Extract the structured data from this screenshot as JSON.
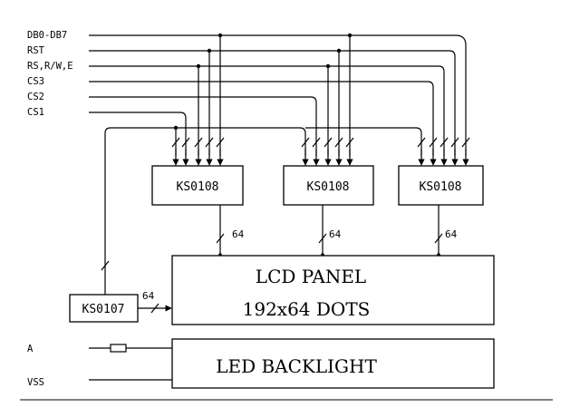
{
  "signals": {
    "dbus": "DB0-DB7",
    "rst": "RST",
    "ctrl": "RS,R/W,E",
    "cs3": "CS3",
    "cs2": "CS2",
    "cs1": "CS1"
  },
  "drivers": [
    {
      "label": "KS0108"
    },
    {
      "label": "KS0108"
    },
    {
      "label": "KS0108"
    }
  ],
  "common_driver": {
    "label": "KS0107"
  },
  "bus_widths": {
    "driver1": "64",
    "driver2": "64",
    "driver3": "64",
    "common": "64"
  },
  "lcd_panel": {
    "title": "LCD PANEL",
    "resolution": "192x64 DOTS"
  },
  "backlight": {
    "title": "LED BACKLIGHT",
    "pin_a": "A",
    "pin_vss": "VSS"
  }
}
